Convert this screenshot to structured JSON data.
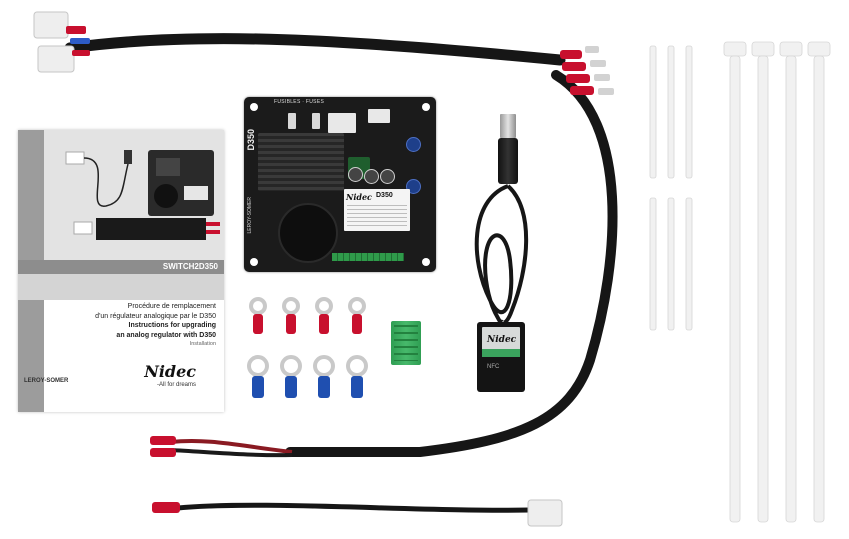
{
  "manual": {
    "product_code": "SWITCH2D350",
    "title_fr_1": "Procédure de remplacement",
    "title_fr_2": "d'un régulateur analogique par le D350",
    "title_en_1": "Instructions for upgrading",
    "title_en_2": "an analog regulator with D350",
    "subtitle": "Installation",
    "brand_left": "LEROY-SOMER",
    "brand_right": "Nidec",
    "tagline": "-All for dreams"
  },
  "regulator": {
    "model": "D350",
    "side_brand": "LEROY-SOMER",
    "label_brand": "Nidec",
    "label_model": "D350",
    "top_label": "FUSIBLES · FUSES"
  },
  "dongle": {
    "brand": "Nidec",
    "badge": "NFC"
  },
  "palette": {
    "cable": "#161616",
    "terminal_red": "#c8102e",
    "terminal_blue": "#1f4fb0",
    "zip_tie": "#f2f2f2",
    "terminal_green": "#3aa35d"
  },
  "icons": [
    "usb-plug-icon",
    "nfc-icon"
  ]
}
